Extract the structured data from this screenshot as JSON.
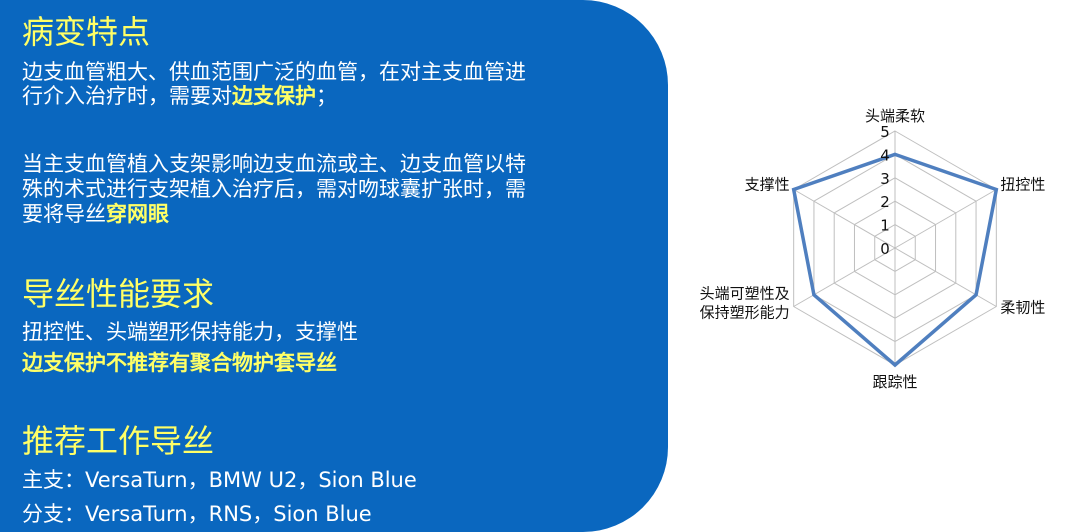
{
  "section1": {
    "heading": "病变特点",
    "p1_line1": "边支血管粗大、供血范围广泛的血管，在对主支血管进",
    "p1_line2_pre": "行介入治疗时，需要对",
    "p1_line2_hl": "边支保护",
    "p1_line2_post": "；",
    "p2_line1": "当主支血管植入支架影响边支血流或主、边支血管以特",
    "p2_line2": "殊的术式进行支架植入治疗后，需对吻球囊扩张时，需",
    "p2_line3_pre": "要将导丝",
    "p2_line3_hl": "穿网眼"
  },
  "section2": {
    "heading": "导丝性能要求",
    "line1": "扭控性、头端塑形保持能力，支撑性",
    "line2_hl": "边支保护不推荐有聚合物护套导丝"
  },
  "section3": {
    "heading": "推荐工作导丝",
    "line1": "主支：VersaTurn，BMW U2，Sion Blue",
    "line2": "分支：VersaTurn，RNS，Sion Blue"
  },
  "colors": {
    "panel": "#0a67bf",
    "highlight": "#ffff66",
    "series": "#4f7fbf",
    "grid": "#bfbfbf"
  },
  "chart_data": {
    "type": "radar",
    "axes": [
      "头端柔软",
      "扭控性",
      "柔韧性",
      "跟踪性",
      "头端可塑性及\n保持塑形能力",
      "支撑性"
    ],
    "scale_ticks": [
      "0",
      "1",
      "2",
      "3",
      "4",
      "5"
    ],
    "range": [
      0,
      5
    ],
    "series": [
      {
        "values": [
          4,
          5,
          4,
          5,
          4,
          5
        ]
      }
    ]
  }
}
